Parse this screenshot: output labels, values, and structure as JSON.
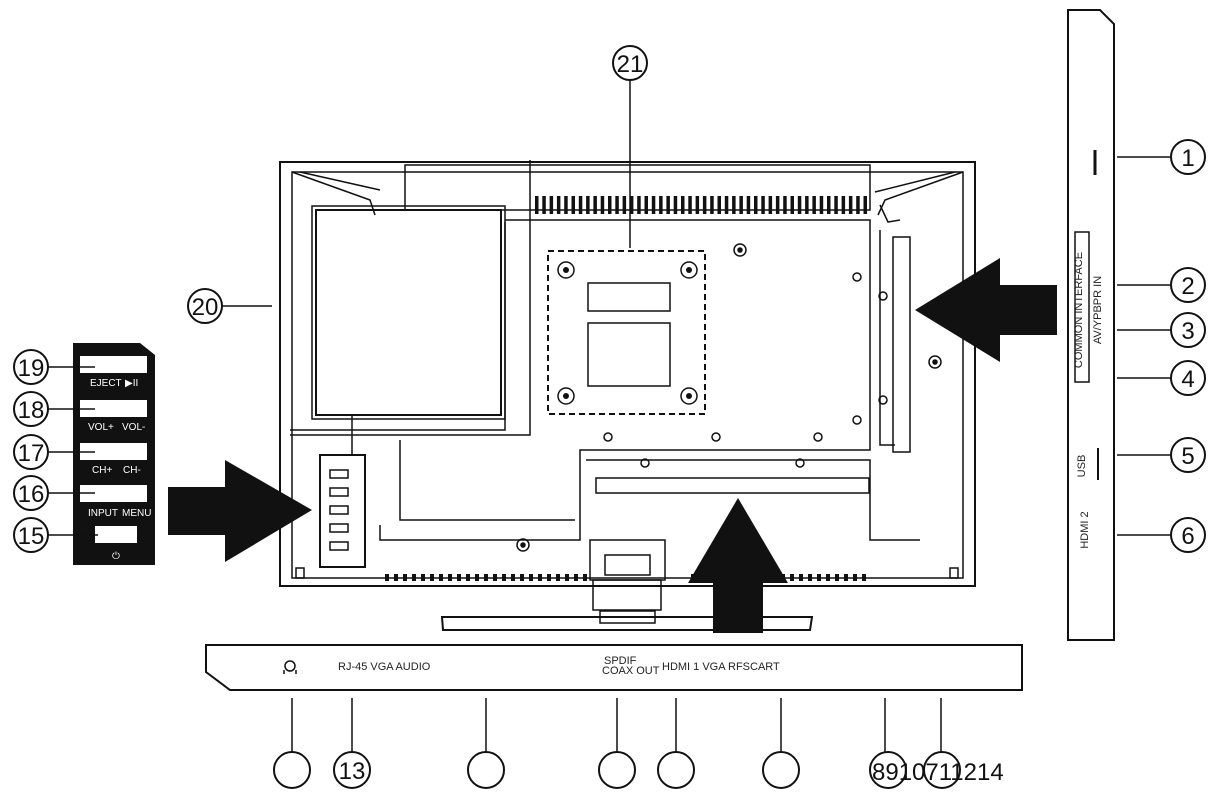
{
  "callouts": {
    "c1": "1",
    "c2": "2",
    "c3": "3",
    "c4": "4",
    "c5": "5",
    "c6": "6",
    "c13": "13",
    "c15": "15",
    "c16": "16",
    "c17": "17",
    "c18": "18",
    "c19": "19",
    "c20": "20",
    "c21": "21",
    "bottom_right_group": "8910711214"
  },
  "side_panel": {
    "common_interface": "COMMON INTERFACE",
    "av_ypbpr": "AV/YPBPR IN",
    "usb": "USB",
    "hdmi2": "HDMI 2"
  },
  "bottom_panel": {
    "rj45_vga_audio": "RJ-45 VGA AUDIO",
    "spdif": "SPDIF",
    "coax_out": "COAX OUT",
    "hdmi1_vga_rfscart": "HDMI 1 VGA RFSCART"
  },
  "keypad": {
    "eject": "EJECT",
    "play_pause": "▶II",
    "vol_plus": "VOL+",
    "vol_minus": "VOL-",
    "ch_plus": "CH+",
    "ch_minus": "CH-",
    "input": "INPUT",
    "menu": "MENU",
    "power_symbol": "⏻"
  }
}
